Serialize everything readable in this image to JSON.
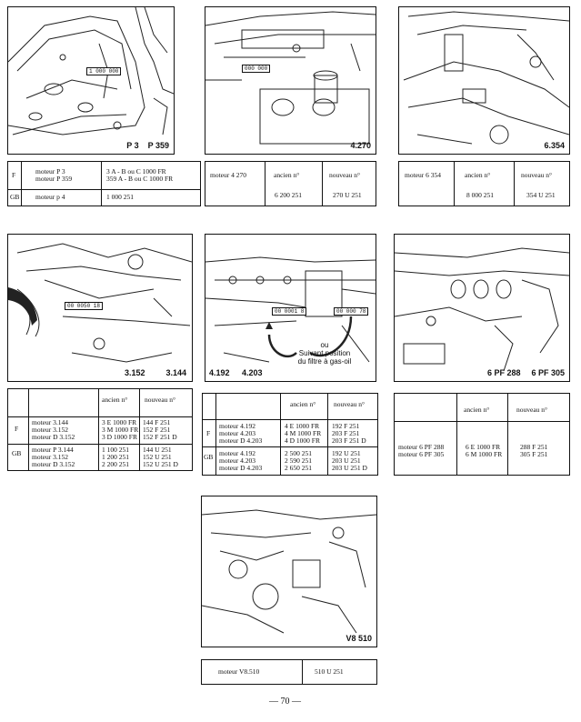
{
  "panels": {
    "p1": {
      "caption": "P 3    P 359",
      "plate": "1 000 000"
    },
    "p2": {
      "caption": "4.270",
      "plate": "000 000"
    },
    "p3": {
      "caption": "6.354"
    },
    "p4": {
      "caption1": "3.152",
      "caption2": "3.144",
      "plate": "00 0050 18"
    },
    "p5": {
      "caption1": "4.192",
      "caption2": "4.203",
      "plate_left": "00 0001 8",
      "plate_right": "00 000 78",
      "note_line1": "ou",
      "note_line2": "Suivant position",
      "note_line3": "du filtre à gas-oil"
    },
    "p6": {
      "caption1": "6 PF 288",
      "caption2": "6 PF 305"
    },
    "p7": {
      "caption": "V8 510"
    }
  },
  "tables": {
    "t1": {
      "country_f": "F",
      "country_gb": "GB",
      "f_engine_1": "moteur P 3",
      "f_engine_2": "moteur P 359",
      "f_value_1": "3   A - B ou C 1000 FR",
      "f_value_2": "359 A - B ou C 1000 FR",
      "gb_engine": "moteur p 4",
      "gb_value": "1 000 251"
    },
    "t2": {
      "engine": "moteur  4 270",
      "old_header": "ancien  n°",
      "new_header": "nouveau  n°",
      "old_value": "6 200 251",
      "new_value": "270 U 251"
    },
    "t3": {
      "engine": "moteur  6 354",
      "old_header": "ancien  n°",
      "new_header": "nouveau  n°",
      "old_value": "8 000 251",
      "new_value": "354 U 251"
    },
    "t4": {
      "old_header": "ancien n°",
      "new_header": "nouveau n°",
      "country_f": "F",
      "country_gb": "GB",
      "f_rows": [
        {
          "engine": "moteur     3.144",
          "old": "3  E 1000 FR",
          "new": "144 F 251"
        },
        {
          "engine": "moteur     3.152",
          "old": "3  M 1000 FR",
          "new": "152 F 251"
        },
        {
          "engine": "moteur D  3.152",
          "old": "3  D 1000 FR",
          "new": "152 F 251 D"
        }
      ],
      "gb_rows": [
        {
          "engine": "moteur P 3.144",
          "old": "1 100 251",
          "new": "144 U 251"
        },
        {
          "engine": "moteur     3.152",
          "old": "1 200 251",
          "new": "152 U 251"
        },
        {
          "engine": "moteur D 3.152",
          "old": "2 200 251",
          "new": "152 U 251 D"
        }
      ]
    },
    "t5": {
      "old_header": "ancien n°",
      "new_header": "nouveau n°",
      "country_f": "F",
      "country_gb": "GB",
      "f_rows": [
        {
          "engine": "moteur      4.192",
          "old": "4  E 1000 FR",
          "new": "192 F 251"
        },
        {
          "engine": "moteur      4.203",
          "old": "4  M 1000 FR",
          "new": "203 F 251"
        },
        {
          "engine": "moteur D  4.203",
          "old": "4  D 1000 FR",
          "new": "203 F 251 D"
        }
      ],
      "gb_rows": [
        {
          "engine": "moteur      4.192",
          "old": "2 500 251",
          "new": "192 U 251"
        },
        {
          "engine": "moteur      4.203",
          "old": "2 590 251",
          "new": "203 U 251"
        },
        {
          "engine": "moteur D  4.203",
          "old": "2 650 251",
          "new": "203 U 251 D"
        }
      ]
    },
    "t6": {
      "old_header": "ancien n°",
      "new_header": "nouveau n°",
      "engine_1": "moteur 6 PF 288",
      "engine_2": "moteur 6 PF 305",
      "old_1": "6  E 1000 FR",
      "old_2": "6  M 1000 FR",
      "new_1": "288 F 251",
      "new_2": "305 F 251"
    },
    "t7": {
      "engine": "moteur   V8.510",
      "new_value": "510 U 251"
    }
  },
  "page_number": "— 70 —"
}
